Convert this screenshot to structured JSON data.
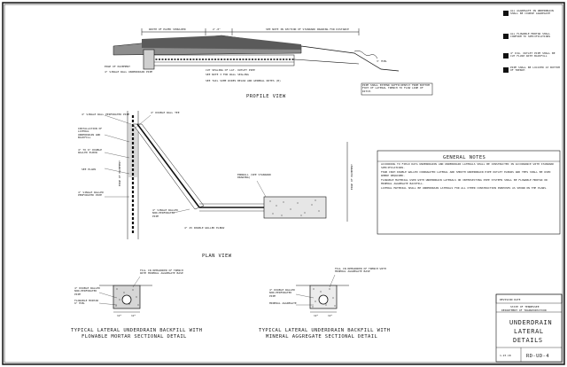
{
  "profile_view": {
    "title": "PROFILE VIEW",
    "dim_width_shoulder": "WIDTH OF PAVED SHOULDER",
    "dim_2ft": "2'-0\"",
    "dim_see_note": "SEE NOTE IN SECTION OF STANDARD DRAWING FOR DISTANCE",
    "label_edge": "EDGE OF PAVEMENT",
    "label_4in_pipe": "4\" SINGLE WALL UNDERDRAIN PIPE",
    "label_cut_seal": "CUT SEALING OF LAT. OUTLET PIPE",
    "label_mortar": "SEE NOTE 3 FOR WALL SEALING",
    "label_bottom": "SEE TAIL SOME WIRES BELOW AND GENERAL NOTES (B)",
    "label_grade": "3' MIN.",
    "note_box": "PIPE SHALL EXTEND SUFFICIENTLY FROM BOTTOM FOOT OF LATERAL TRENCH TO FLOW LINE OF DITCH."
  },
  "plan_view": {
    "title": "PLAN VIEW",
    "label_4in_perf": "4\" SINGLE WALL PERFORATED PIPE",
    "label_tee": "4\" DOUBLE WALL TEE",
    "label_install": "INSTALLATION OF LATERAL UNDERDRAIN AND BACKFILL",
    "label_flowable": "4\" TO 6\" DOUBLE WALLED ELBOW",
    "label_see_plan": "SEE PLANS",
    "label_edge": "EDGE OF PAVEMENT",
    "label_4in_single": "4\" SINGLE WALLED PERFORATED PIPE",
    "label_4in_nonperf": "4\" SINGLE WALLED NON-PERFORATED PIPE",
    "label_double_elbow": "4\" 45 DOUBLE WALLED ELBOW",
    "label_endwall": "ENDWALL (SEE STANDARD DRAWING)",
    "label_edge_right": "EDGE OF PAVEMENT"
  },
  "general_notes": {
    "title": "GENERAL NOTES",
    "notes": [
      "ACCORDING TO FIELD DATA UNDERDRAINS AND UNDERDRAIN LATERALS SHALL BE CONSTRUCTED IN ACCORDANCE WITH STANDARD SPECIFICATIONS.",
      "FOUR INCH DOUBLE WALLED CORRUGATED LATERAL AND SMOOTH UNDERDRAIN PIPE OUTLET ELBOWS AND TEES SHALL BE USED WHERE REQUIRED.",
      "FLOWABLE MATERIAL USED WITH UNDERDRAIN LATERALS OR INTERSECTING PIPE SYSTEMS SHALL BE FLOWABLE MORTAR OR MINERAL AGGREGATE BACKFILL.",
      "LATERAL MATERIAL SHALL BE UNDERDRAIN LATERALS FOR ALL OTHER CONSTRUCTION PURPOSES AS SHOWN ON THE PLANS."
    ]
  },
  "legend": {
    "items": [
      "ALL AGGREGATE IN UNDERDRAIN SHALL BE COURSE AGGREGATE",
      "ALL FLOWABLE MORTAR SHALL CONFORM TO SPECIFICATIONS",
      "4\" DIA. OUTLET PIPE SHALL BE CUT FLUSH WITH BACKFILL",
      "PIPE SHALL BE LOCATED AT BOTTOM OF TRENCH"
    ]
  },
  "detail_left": {
    "title_line1": "TYPICAL LATERAL UNDERDRAIN BACKFILL WITH",
    "title_line2": "FLOWABLE MORTAR SECTIONAL DETAIL",
    "label_fill": "FILL IN REMAINDER OF TRENCH WITH MINERAL AGGREGATE BASE",
    "label_pipe": "4\" DOUBLE WALLED NON-PERFORATED PIPE",
    "label_mortar": "FLOWABLE MORTAR 6\" MIN.",
    "dim_a": "12\"",
    "dim_b": "12\""
  },
  "detail_right": {
    "title_line1": "TYPICAL LATERAL UNDERDRAIN BACKFILL WITH",
    "title_line2": "MINERAL AGGREGATE SECTIONAL DETAIL",
    "label_fill": "FILL IN REMAINDER OF TRENCH WITH MINERAL AGGREGATE BASE",
    "label_pipe": "4\" DOUBLE WALLED NON-PERFORATED PIPE",
    "label_agg": "MINERAL AGGREGATE",
    "dim_a": "12\"",
    "dim_b": "12\""
  },
  "title_block": {
    "revision": "REVISION DATE",
    "state": "STATE OF TENNESSEE",
    "dept": "DEPARTMENT OF TRANSPORTATION",
    "sheet_title_1": "UNDERDRAIN",
    "sheet_title_2": "LATERAL",
    "sheet_title_3": "DETAILS",
    "date": "1-23-18",
    "drawing_no": "RD-UD-4"
  }
}
